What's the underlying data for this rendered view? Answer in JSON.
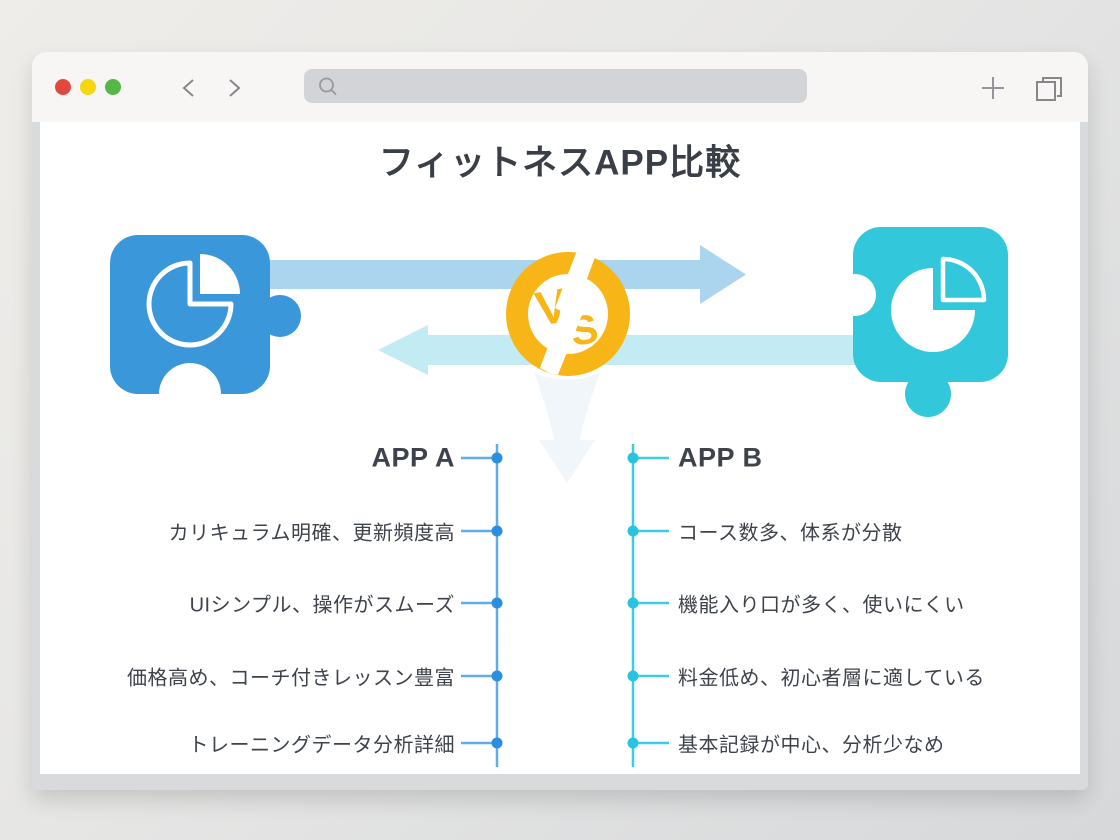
{
  "browser": {
    "traffic_lights": [
      {
        "name": "close",
        "color": "#e2493e"
      },
      {
        "name": "minimize",
        "color": "#f5d60f"
      },
      {
        "name": "zoom",
        "color": "#55b748"
      }
    ],
    "address_bar": {
      "value": ""
    }
  },
  "infographic": {
    "title": "フィットネスAPP比較",
    "vs_badge": {
      "letters": [
        "V",
        "S"
      ]
    },
    "columns": [
      {
        "name": "APP A",
        "items": [
          "カリキュラム明確、更新頻度高",
          "UIシンプル、操作がスムーズ",
          "価格高め、コーチ付きレッスン豊富",
          "トレーニングデータ分析詳細"
        ]
      },
      {
        "name": "APP B",
        "items": [
          "コース数多、体系が分散",
          "機能入り口が多く、使いにくい",
          "料金低め、初心者層に適している",
          "基本記録が中心、分析少なめ"
        ]
      }
    ]
  },
  "colors": {
    "puzzle_a": "#3a97da",
    "puzzle_b": "#33c7db",
    "arrow_to_b": "#abd4ef",
    "arrow_to_a": "#c2ebf3",
    "badge": "#f8b517",
    "line_a": "#5fadе9",
    "line_a_fix": "#5fade9",
    "dot_a": "#2b8ee0",
    "line_b": "#3ecbe3",
    "dot_b": "#27c4e0",
    "funnel": "#f1f6fb",
    "text": "#3e434b"
  }
}
